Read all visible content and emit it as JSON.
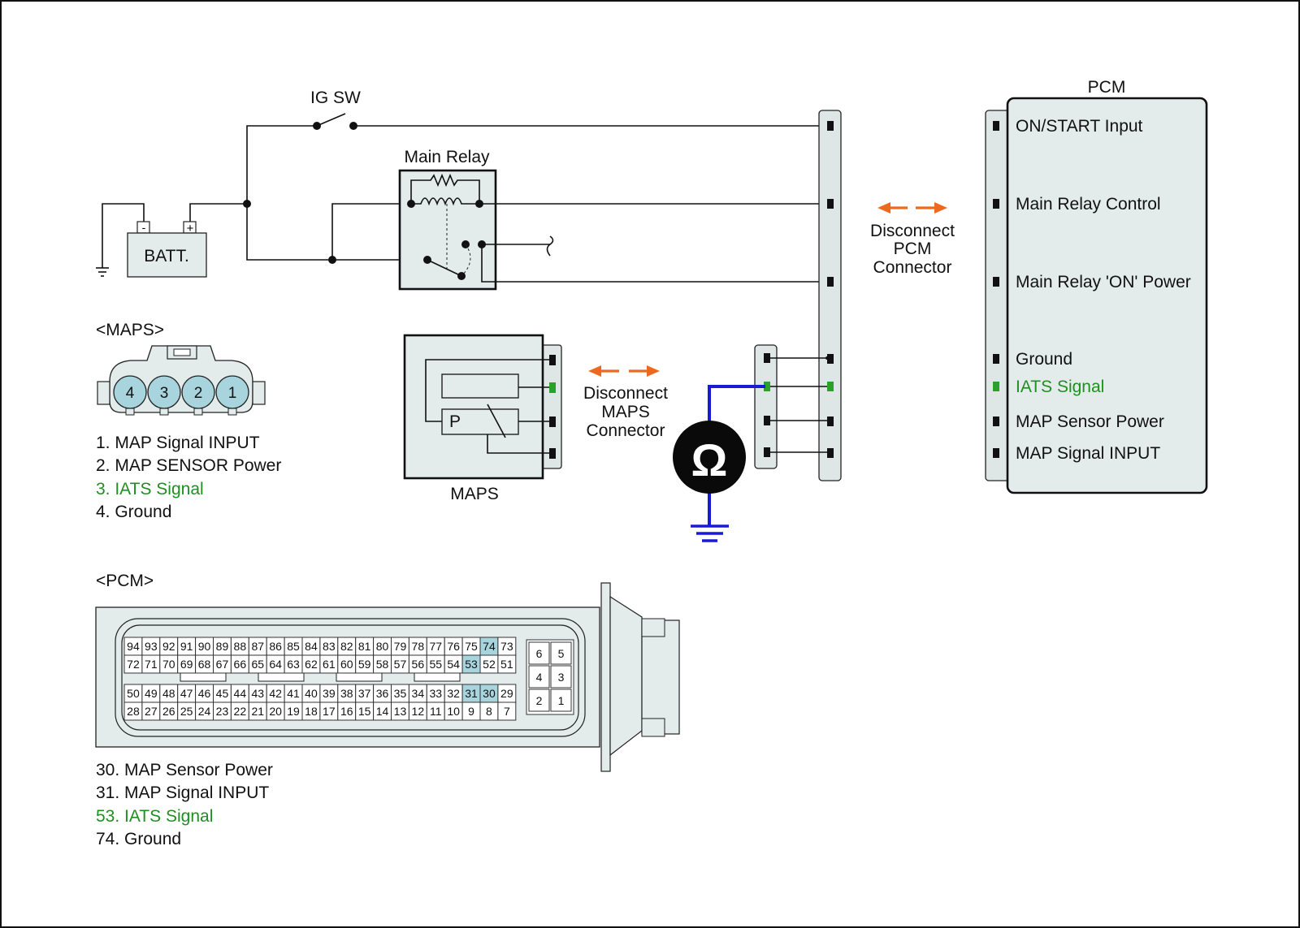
{
  "circuit": {
    "ig_sw_label": "IG SW",
    "main_relay_label": "Main Relay",
    "battery_label": "BATT.",
    "battery_minus": "-",
    "battery_plus": "+",
    "maps_component_label": "MAPS",
    "maps_p_label": "P",
    "ohm_symbol": "Ω",
    "disconnect_pcm": [
      "Disconnect",
      "PCM",
      "Connector"
    ],
    "disconnect_maps": [
      "Disconnect",
      "MAPS",
      "Connector"
    ]
  },
  "pcm_box": {
    "title": "PCM",
    "terminals": [
      {
        "label": "ON/START Input",
        "highlight": false
      },
      {
        "label": "Main Relay Control",
        "highlight": false
      },
      {
        "label": "Main Relay 'ON' Power",
        "highlight": false
      },
      {
        "label": "Ground",
        "highlight": false
      },
      {
        "label": "IATS Signal",
        "highlight": true
      },
      {
        "label": "MAP Sensor Power",
        "highlight": false
      },
      {
        "label": "MAP Signal  INPUT",
        "highlight": false
      }
    ]
  },
  "maps_connector": {
    "title": "<MAPS>",
    "pins": [
      "4",
      "3",
      "2",
      "1"
    ],
    "legend": [
      {
        "text": "1. MAP Signal  INPUT",
        "highlight": false
      },
      {
        "text": "2. MAP SENSOR Power",
        "highlight": false
      },
      {
        "text": "3. IATS Signal",
        "highlight": true
      },
      {
        "text": "4. Ground",
        "highlight": false
      }
    ]
  },
  "pcm_connector": {
    "title": "<PCM>",
    "rows": [
      [
        "94",
        "93",
        "92",
        "91",
        "90",
        "89",
        "88",
        "87",
        "86",
        "85",
        "84",
        "83",
        "82",
        "81",
        "80",
        "79",
        "78",
        "77",
        "76",
        "75",
        "74",
        "73"
      ],
      [
        "72",
        "71",
        "70",
        "69",
        "68",
        "67",
        "66",
        "65",
        "64",
        "63",
        "62",
        "61",
        "60",
        "59",
        "58",
        "57",
        "56",
        "55",
        "54",
        "53",
        "52",
        "51"
      ],
      [
        "50",
        "49",
        "48",
        "47",
        "46",
        "45",
        "44",
        "43",
        "42",
        "41",
        "40",
        "39",
        "38",
        "37",
        "36",
        "35",
        "34",
        "33",
        "32",
        "31",
        "30",
        "29"
      ],
      [
        "28",
        "27",
        "26",
        "25",
        "24",
        "23",
        "22",
        "21",
        "20",
        "19",
        "18",
        "17",
        "16",
        "15",
        "14",
        "13",
        "12",
        "11",
        "10",
        "9",
        "8",
        "7"
      ]
    ],
    "highlighted_pins": [
      "74",
      "53",
      "31",
      "30"
    ],
    "side_block": [
      [
        "6",
        "5"
      ],
      [
        "4",
        "3"
      ],
      [
        "2",
        "1"
      ]
    ],
    "legend": [
      {
        "text": "30. MAP Sensor Power",
        "highlight": false
      },
      {
        "text": "31. MAP Signal  INPUT",
        "highlight": false
      },
      {
        "text": "53. IATS Signal",
        "highlight": true
      },
      {
        "text": "74. Ground",
        "highlight": false
      }
    ]
  },
  "colors": {
    "highlight_text": "#1f8f1f",
    "measurement_wire": "#1a1ad6",
    "arrow": "#ec6a1f",
    "pin_highlight": "#a8d4de",
    "component_fill": "#e4ebeb"
  }
}
